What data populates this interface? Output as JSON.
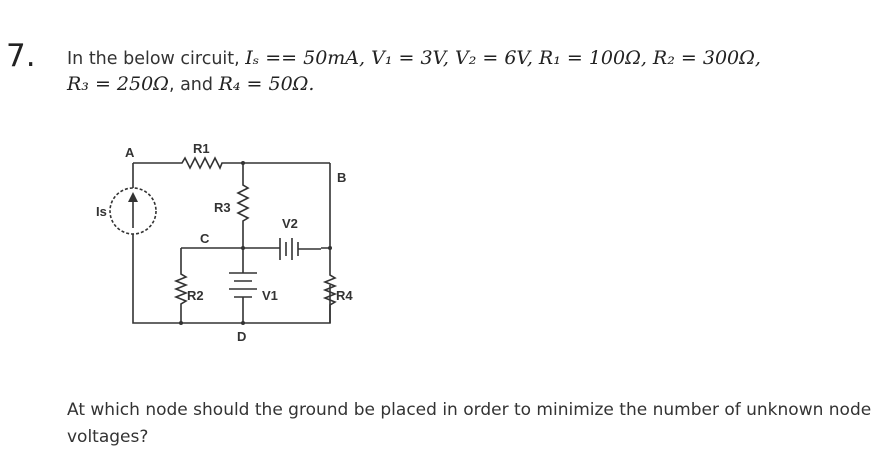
{
  "question": {
    "number": "7.",
    "line1_text": "In the below circuit, ",
    "line1_math": "Iₛ == 50mA, V₁ = 3V, V₂ = 6V, R₁ = 100Ω, R₂ = 300Ω,",
    "line2_math_a": "R₃ = 250Ω",
    "line2_text": ", and ",
    "line2_math_b": "R₄ = 50Ω.",
    "prompt": "At which node should the ground be placed in order to minimize the number of unknown node voltages?"
  },
  "circuit": {
    "nodes": [
      "A",
      "B",
      "C",
      "D"
    ],
    "labels": {
      "r1": "R1",
      "r2": "R2",
      "r3": "R3",
      "r4": "R4",
      "v1": "V1",
      "v2": "V2",
      "is": "Is"
    }
  }
}
